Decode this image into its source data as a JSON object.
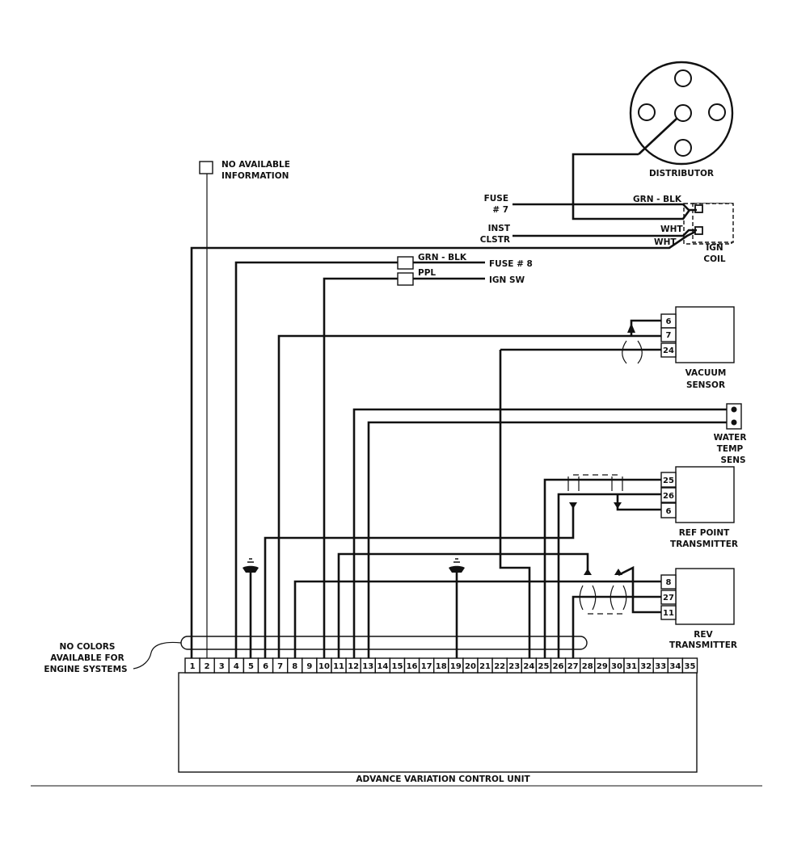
{
  "labels": {
    "distributor": "DISTRIBUTOR",
    "no_info_1": "NO AVAILABLE",
    "no_info_2": "INFORMATION",
    "fuse7_1": "FUSE",
    "fuse7_2": "# 7",
    "inst_1": "INST",
    "inst_2": "CLSTR",
    "grn_blk_top": "GRN - BLK",
    "wht_1": "WHT",
    "wht_2": "WHT",
    "ign_coil_1": "IGN",
    "ign_coil_2": "COIL",
    "grn_blk_2": "GRN - BLK",
    "ppl": "PPL",
    "fuse8": "FUSE # 8",
    "ign_sw": "IGN SW",
    "vacuum_1": "VACUUM",
    "vacuum_2": "SENSOR",
    "water_1": "WATER",
    "water_2": "TEMP",
    "water_3": "SENS",
    "ref_1": "REF POINT",
    "ref_2": "TRANSMITTER",
    "rev_1": "REV",
    "rev_2": "TRANSMITTER",
    "no_colors_1": "NO COLORS",
    "no_colors_2": "AVAILABLE FOR",
    "no_colors_3": "ENGINE SYSTEMS",
    "control_unit": "ADVANCE VARIATION CONTROL UNIT"
  },
  "vacuum_pins": [
    "6",
    "7",
    "24"
  ],
  "ref_pins": [
    "25",
    "26",
    "6"
  ],
  "rev_pins": [
    "8",
    "27",
    "11"
  ],
  "terminals": [
    "1",
    "2",
    "3",
    "4",
    "5",
    "6",
    "7",
    "8",
    "9",
    "10",
    "11",
    "12",
    "13",
    "14",
    "15",
    "16",
    "17",
    "18",
    "19",
    "20",
    "21",
    "22",
    "23",
    "24",
    "25",
    "26",
    "27",
    "28",
    "29",
    "30",
    "31",
    "32",
    "33",
    "34",
    "35"
  ]
}
